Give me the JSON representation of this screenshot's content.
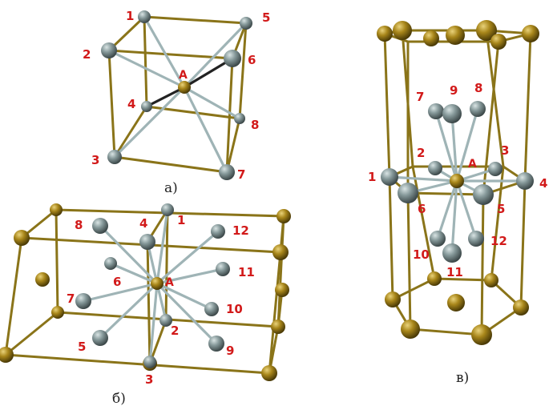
{
  "figures": {
    "a": {
      "caption": "а)",
      "center_label": "A",
      "labels": [
        "1",
        "2",
        "3",
        "4",
        "5",
        "6",
        "7",
        "8"
      ]
    },
    "b": {
      "caption": "б)",
      "center_label": "A",
      "labels": [
        "1",
        "2",
        "3",
        "4",
        "5",
        "6",
        "7",
        "8",
        "9",
        "10",
        "11",
        "12"
      ]
    },
    "c": {
      "caption": "в)",
      "center_label": "A",
      "labels": [
        "1",
        "2",
        "3",
        "4",
        "5",
        "6",
        "7",
        "8",
        "9",
        "10",
        "11",
        "12"
      ]
    }
  },
  "colors": {
    "frame": "#8a7419",
    "gold_atom": "#9a7c12",
    "grey_atom": "#7f9192",
    "bond": "#9fb4b6",
    "label": "#d21a1a"
  }
}
